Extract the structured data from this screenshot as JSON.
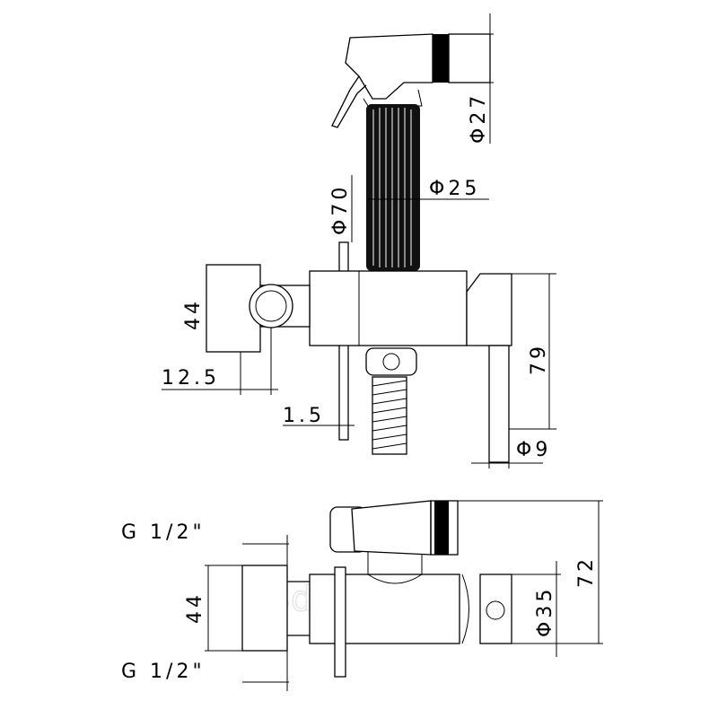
{
  "title": "Hygienic shower set dimension drawing",
  "top_view": {
    "head_diameter": "Φ27",
    "grip_diameter": "Φ25",
    "plate_diameter": "Φ70",
    "bracket_height": "44",
    "bracket_offset": "12.5",
    "plate_thickness": "1.5",
    "body_height": "79",
    "stem_diameter": "Φ9"
  },
  "side_view": {
    "thread_top": "G 1/2\"",
    "thread_spacing": "44",
    "thread_bottom": "G 1/2\"",
    "body_diameter": "Φ35",
    "total_height": "72"
  },
  "watermark": "3dplitka.ru",
  "colors": {
    "line": "#000000",
    "watermark": "#e2e2e2"
  }
}
